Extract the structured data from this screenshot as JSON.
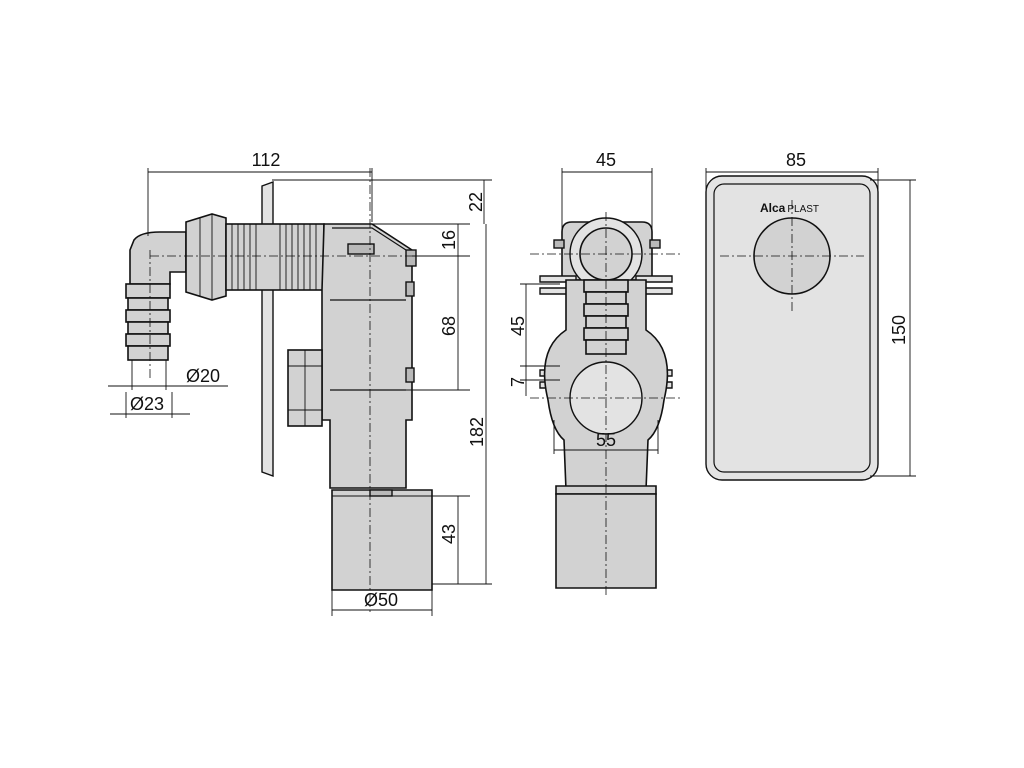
{
  "dimensions": {
    "side_width": "112",
    "top_offset": "22",
    "upper_offset": "16",
    "mid_offset": "68",
    "total_height": "182",
    "outlet_height": "43",
    "hose_inner": "Ø20",
    "hose_outer": "Ø23",
    "outlet_diameter": "Ø50",
    "front_width": "45",
    "front_height": "45",
    "front_gap": "7",
    "front_span": "55",
    "cover_width": "85",
    "cover_height": "150"
  },
  "brand": {
    "name_bold": "Alca",
    "name_light": "PLAST"
  }
}
